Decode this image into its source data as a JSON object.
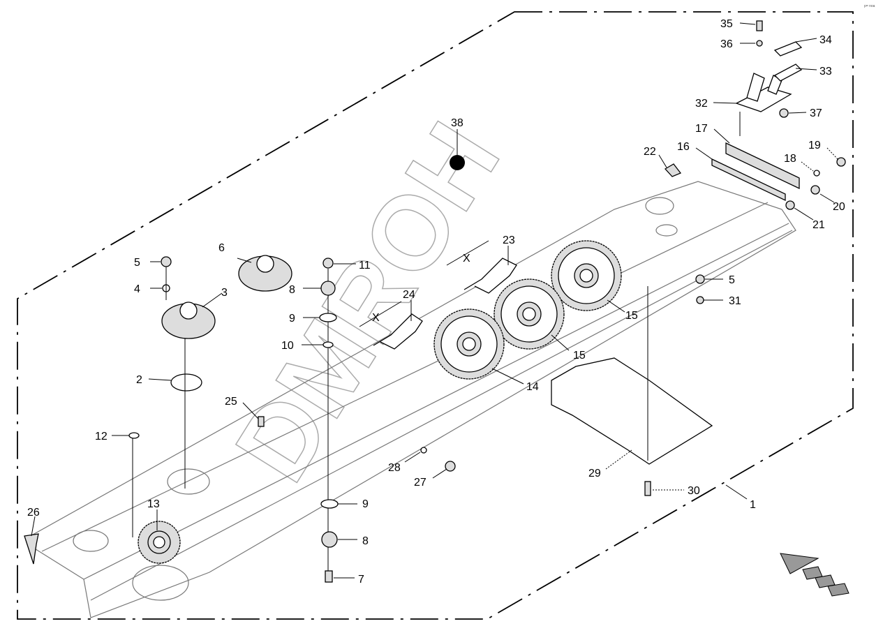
{
  "corner_code": "p= noa",
  "watermark": "DMROH",
  "callouts": {
    "c35": "35",
    "c36": "36",
    "c34": "34",
    "c33": "33",
    "c32": "32",
    "c37": "37",
    "c17": "17",
    "c16": "16",
    "c22": "22",
    "c19": "19",
    "c18": "18",
    "c20": "20",
    "c21": "21",
    "c38": "38",
    "c6": "6",
    "c5a": "5",
    "c4": "4",
    "c3": "3",
    "c11": "11",
    "c8a": "8",
    "c9a": "9",
    "c10": "10",
    "c23": "23",
    "c24": "24",
    "c5b": "5",
    "c31": "31",
    "c15a": "15",
    "c15b": "15",
    "c14": "14",
    "c2": "2",
    "c25": "25",
    "c12": "12",
    "c28": "28",
    "c27": "27",
    "c29": "29",
    "c30": "30",
    "c1": "1",
    "c13": "13",
    "c26": "26",
    "c9b": "9",
    "c8b": "8",
    "c7": "7"
  },
  "dimension_marks": {
    "x1": "X",
    "x2": "X"
  },
  "direction_arrow": "travel-direction-arrow"
}
